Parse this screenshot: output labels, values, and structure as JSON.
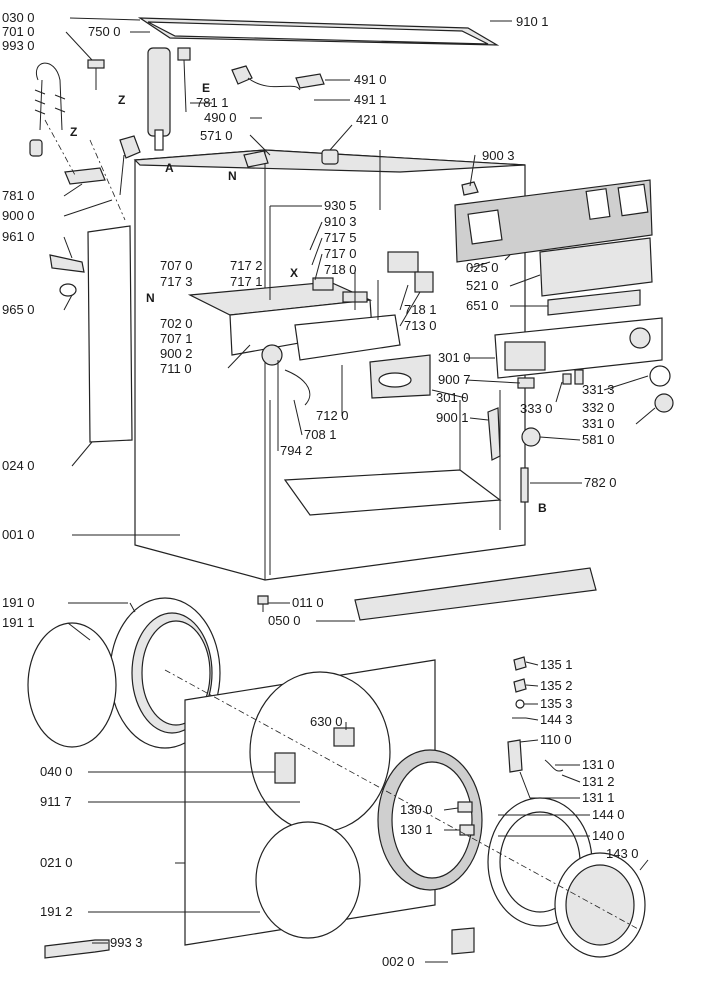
{
  "labels": {
    "l030_0": "030 0",
    "l701_0": "701 0",
    "l993_0": "993 0",
    "l750_0": "750 0",
    "l910_1": "910 1",
    "l491_0": "491 0",
    "l491_1": "491 1",
    "l781_1": "781 1",
    "l490_0": "490 0",
    "l421_0": "421 0",
    "l571_0": "571 0",
    "l900_3": "900 3",
    "l781_0": "781 0",
    "l900_0": "900 0",
    "l961_0": "961 0",
    "l965_0": "965 0",
    "l930_5": "930 5",
    "l910_3": "910 3",
    "l717_5": "717 5",
    "l717_0": "717 0",
    "l718_0": "718 0",
    "l707_0": "707 0",
    "l717_2": "717 2",
    "l717_3": "717 3",
    "l717_1": "717 1",
    "l025_0": "025 0",
    "l521_0": "521 0",
    "l651_0": "651 0",
    "l718_1": "718 1",
    "l713_0": "713 0",
    "l702_0": "702 0",
    "l707_1": "707 1",
    "l900_2": "900 2",
    "l711_0": "711 0",
    "l301_0a": "301 0",
    "l900_7": "900 7",
    "l331_3": "331 3",
    "l301_0b": "301 0",
    "l333_0": "333 0",
    "l332_0": "332 0",
    "l331_0": "331 0",
    "l712_0": "712 0",
    "l900_1": "900 1",
    "l708_1": "708 1",
    "l581_0": "581 0",
    "l794_2": "794 2",
    "l024_0": "024 0",
    "l782_0": "782 0",
    "l001_0": "001 0",
    "l191_0": "191 0",
    "l011_0": "011 0",
    "l050_0": "050 0",
    "l191_1": "191 1",
    "l135_1": "135 1",
    "l135_2": "135 2",
    "l135_3": "135 3",
    "l144_3": "144 3",
    "l630_0": "630 0",
    "l110_0": "110 0",
    "l040_0": "040 0",
    "l131_0": "131 0",
    "l131_2": "131 2",
    "l131_1": "131 1",
    "l911_7": "911 7",
    "l130_0": "130 0",
    "l144_0": "144 0",
    "l130_1": "130 1",
    "l140_0": "140 0",
    "l021_0": "021 0",
    "l143_0": "143 0",
    "l191_2": "191 2",
    "l993_3": "993 3",
    "l002_0": "002 0"
  },
  "letters": {
    "z1": "Z",
    "z2": "Z",
    "e": "E",
    "n1": "N",
    "a": "A",
    "x": "X",
    "n2": "N",
    "b": "B"
  }
}
